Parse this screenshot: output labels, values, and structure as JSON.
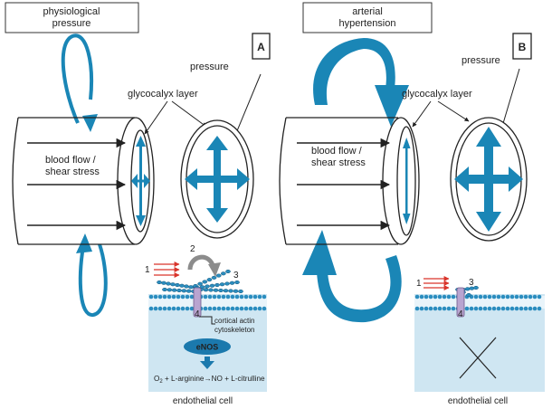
{
  "panels": {
    "a": {
      "condition_line1": "physiological",
      "condition_line2": "pressure",
      "panel_letter": "A",
      "flow_line1": "blood flow /",
      "flow_line2": "shear stress",
      "glycocalyx_label": "glycocalyx layer",
      "pressure_label": "pressure",
      "step_1": "1",
      "step_2": "2",
      "step_3": "3",
      "step_4": "4",
      "actin_line1": "cortical actin",
      "actin_line2": "cytoskeleton",
      "enos_label": "eNOS",
      "reaction_o": "O",
      "reaction_sub": "2",
      "reaction_rest": " + L-arginine→NO + L-citrulline",
      "cell_label": "endothelial cell"
    },
    "b": {
      "condition_line1": "arterial",
      "condition_line2": "hypertension",
      "panel_letter": "B",
      "flow_line1": "blood flow /",
      "flow_line2": "shear stress",
      "glycocalyx_label": "glycocalyx layer",
      "pressure_label": "pressure",
      "step_1": "1",
      "step_3": "3",
      "step_4": "4",
      "cell_label": "endothelial cell"
    }
  },
  "colors": {
    "accent_blue": "#1a86b6",
    "cell_fill": "#cfe6f2",
    "red_arrow": "#d9342b",
    "receptor_purple": "#b9a4d0",
    "enos_blue": "#1b79ad",
    "grey_arrow": "#8c8c8c"
  }
}
